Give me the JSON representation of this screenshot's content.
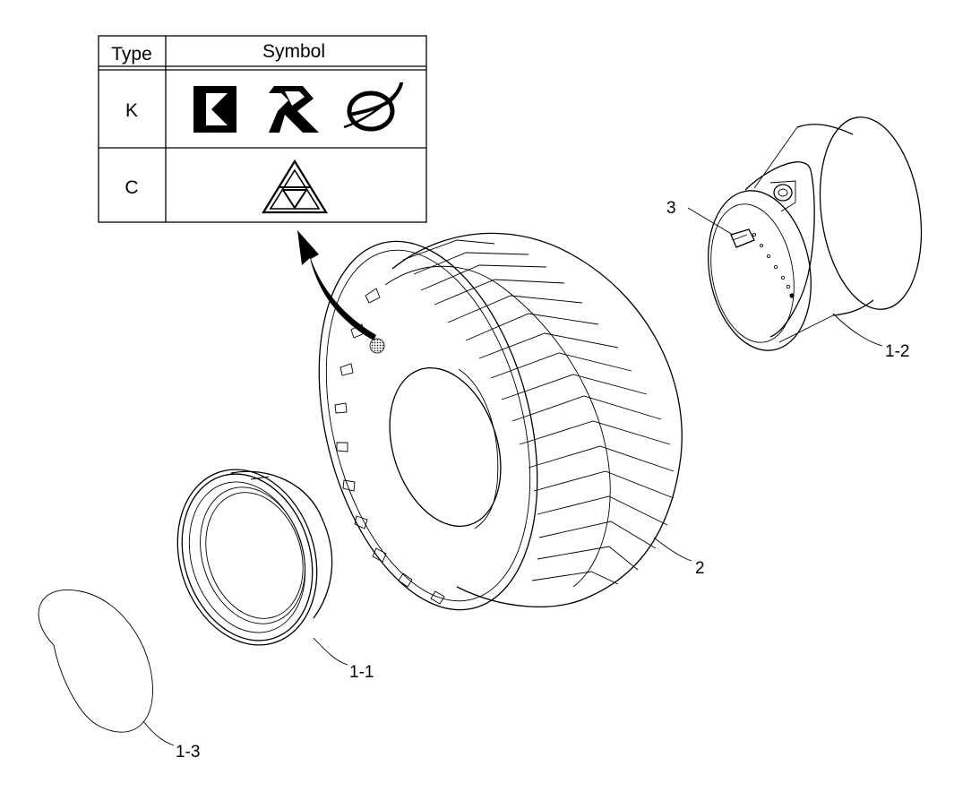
{
  "symbol_table": {
    "header_type": "Type",
    "header_symbol": "Symbol",
    "rows": [
      {
        "type": "K",
        "symbols": [
          "k-block-logo-icon",
          "stacked-chevron-logo-icon",
          "orbit-ring-logo-icon"
        ]
      },
      {
        "type": "C",
        "symbols": [
          "triforce-triangle-icon"
        ]
      }
    ]
  },
  "callouts": {
    "rim_outer_flange": "1-1",
    "rim_inner_base": "1-2",
    "hub_cover": "1-3",
    "tire": "2",
    "valve": "3"
  }
}
